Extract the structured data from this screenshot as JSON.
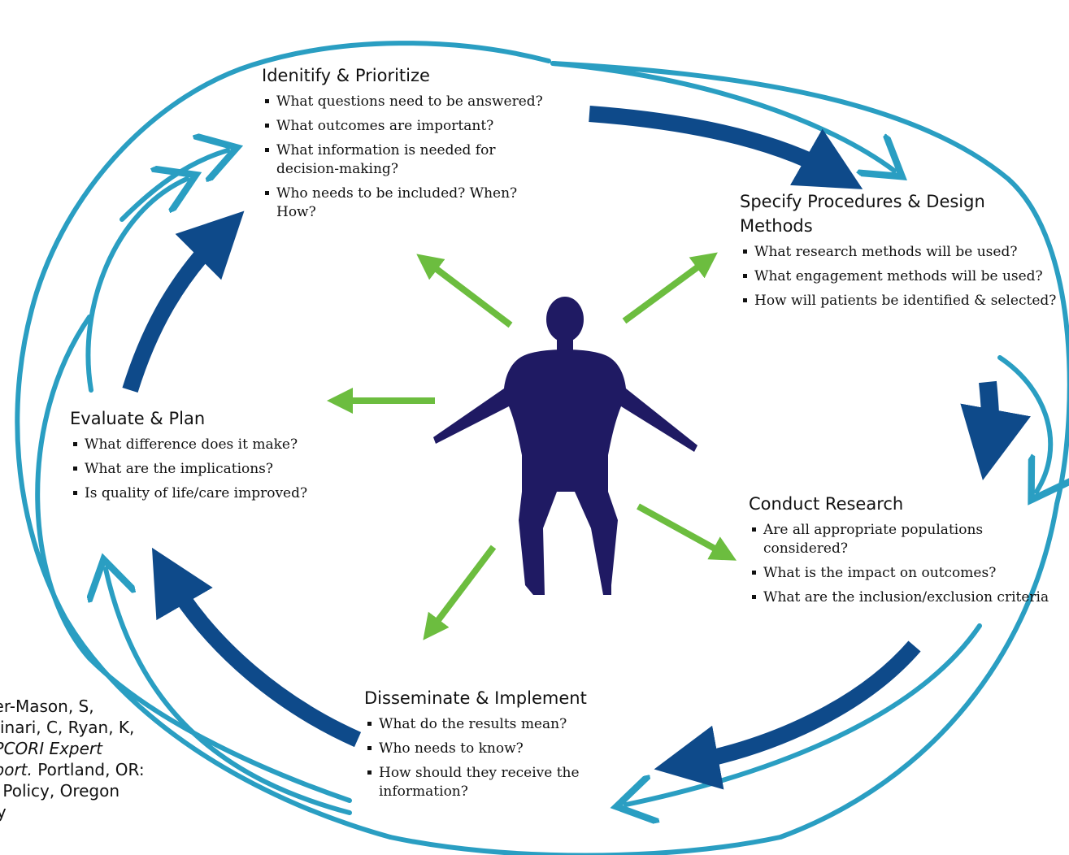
{
  "colors": {
    "outer_loop": "#2a9ec2",
    "inner_arrow": "#0e4a8a",
    "green_arrow": "#6cbd3f",
    "figure": "#1f1a63"
  },
  "icons": [
    "human-figure-silhouette"
  ],
  "stages": [
    {
      "id": "identify",
      "title": "Idenitify & Prioritize",
      "items": [
        "What questions need to be answered?",
        "What outcomes are important?",
        "What information is needed for decision-making?",
        "Who needs to be included? When? How?"
      ]
    },
    {
      "id": "specify",
      "title": "Specify Procedures & Design Methods",
      "items": [
        "What research methods will be used?",
        "What engagement methods will be used?",
        "How will patients be identified & selected?"
      ]
    },
    {
      "id": "conduct",
      "title": "Conduct Research",
      "items": [
        "Are all appropriate populations considered?",
        "What is the impact on outcomes?",
        "What are the inclusion/exclusion criteria"
      ]
    },
    {
      "id": "disseminate",
      "title": "Disseminate & Implement",
      "items": [
        "What do the results mean?",
        "Who needs to know?",
        "How should they receive the information?"
      ]
    },
    {
      "id": "evaluate",
      "title": "Evaluate & Plan",
      "items": [
        "What difference does it make?",
        "What are the implications?",
        "Is quality of life/care improved?"
      ]
    }
  ],
  "citation": {
    "line1": "hter-Mason, S,",
    "line2": "ettinari, C, Ryan, K,",
    "line3_pre": "). ",
    "line3_italic": "PCORI Expert",
    "line4_italic": "report.",
    "line4_post": " Portland, OR:",
    "line5": "ed Policy, Oregon",
    "line6": "sity"
  }
}
